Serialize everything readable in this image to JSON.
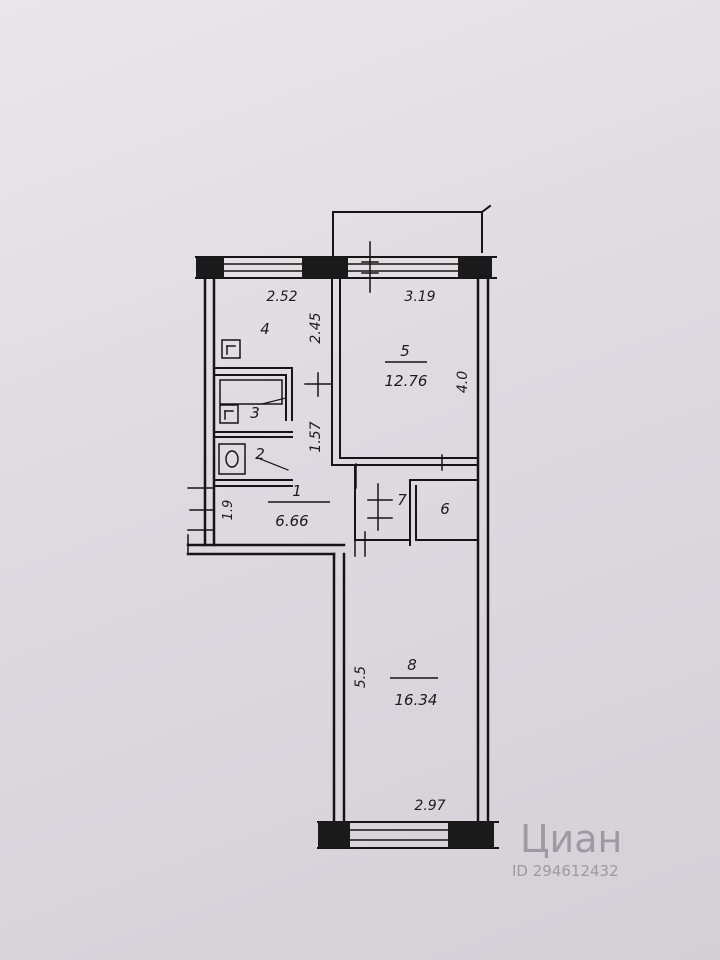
{
  "rooms": [
    {
      "id": "1",
      "area": "6.66"
    },
    {
      "id": "2"
    },
    {
      "id": "3"
    },
    {
      "id": "4"
    },
    {
      "id": "5",
      "area": "12.76"
    },
    {
      "id": "6"
    },
    {
      "id": "7"
    },
    {
      "id": "8",
      "area": "16.34"
    }
  ],
  "dimensions": {
    "kitchen_width": "2.52",
    "kitchen_depth": "2.45",
    "room5_width": "3.19",
    "room5_depth": "4.0",
    "bath_depth": "1.57",
    "hall_depth": "1.9",
    "room8_depth": "5.5",
    "room8_width": "2.97"
  },
  "watermark": {
    "brand": "Циан",
    "id_text": "ID 294612432"
  },
  "colors": {
    "ink": "#151515",
    "paper": "#e3e1e5"
  }
}
